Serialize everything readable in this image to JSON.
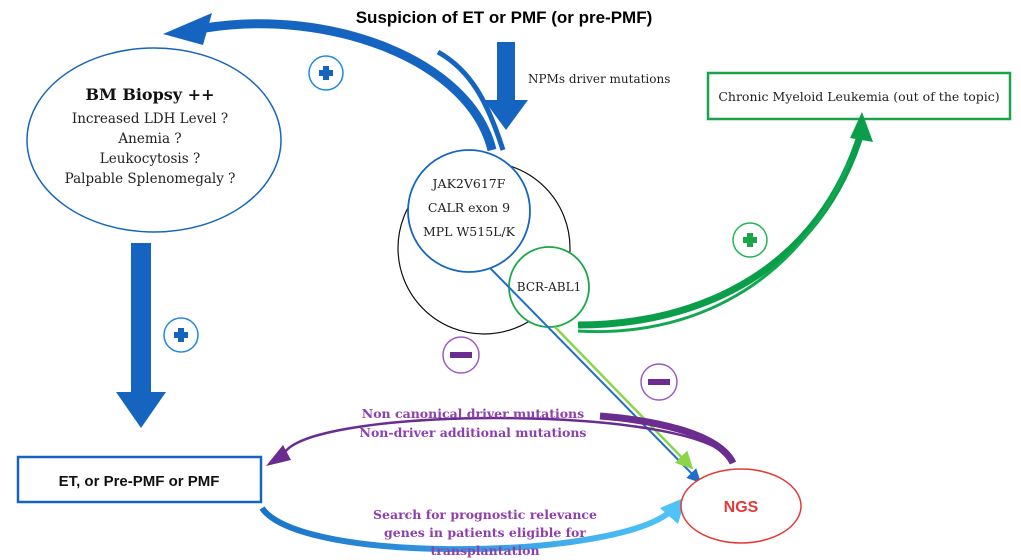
{
  "title": "Suspicion of ET or PMF (or pre-PMF)",
  "arrow_label_npm": "NPMs driver mutations",
  "cml_box": "Chronic Myeloid Leukemia (out of the topic)",
  "biopsy": {
    "heading": "BM Biopsy ++",
    "lines": [
      "Increased LDH Level ?",
      "Anemia ?",
      "Leukocytosis ?",
      "Palpable Splenomegaly ?"
    ]
  },
  "mutations": [
    "JAK2V617F",
    "CALR exon 9",
    "MPL W515L/K"
  ],
  "bcr": "BCR-ABL1",
  "result_box": "ET, or Pre-PMF or PMF",
  "ngs": "NGS",
  "upper_arc_label": [
    "Non canonical driver mutations",
    "Non-driver additional mutations"
  ],
  "lower_arc_label": [
    "Search for prognostic relevance",
    "genes in patients eligible for",
    "transplantation"
  ],
  "colors": {
    "blue": "#1565c0",
    "green": "#00a651",
    "purple": "#7b2d96",
    "red": "#e53935",
    "light_green": "#8cd44a",
    "cyan": "#29b6f6"
  }
}
